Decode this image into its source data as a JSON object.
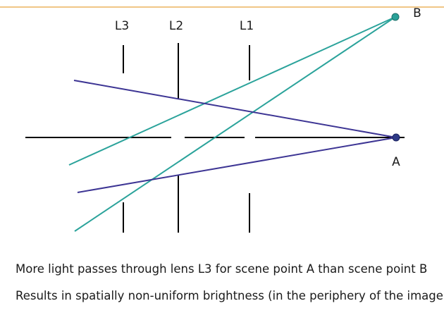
{
  "lenses": [
    {
      "label": "L3"
    },
    {
      "label": "L2"
    },
    {
      "label": "L1"
    }
  ],
  "points": {
    "a": {
      "label": "A",
      "color": "#2e3a87"
    },
    "b": {
      "label": "B",
      "color": "#2aa198"
    }
  },
  "colors": {
    "ray_a": "#3d3594",
    "ray_b": "#2ba39b",
    "axis": "#000000",
    "top_rule": "#e8a33d"
  },
  "captions": [
    "More light passes through lens L3 for scene point A than scene point B",
    "Results in spatially non-uniform brightness (in the periphery of the image"
  ]
}
